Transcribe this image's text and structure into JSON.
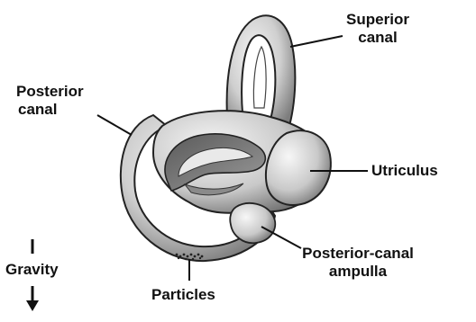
{
  "figure": {
    "labels": {
      "superior_canal": {
        "line1": "Superior",
        "line2": "canal"
      },
      "posterior_canal": {
        "line1": "Posterior",
        "line2": "canal"
      },
      "utriculus": "Utriculus",
      "ampulla": {
        "line1": "Posterior-canal",
        "line2": "ampulla"
      },
      "particles": "Particles",
      "gravity": "Gravity"
    }
  }
}
